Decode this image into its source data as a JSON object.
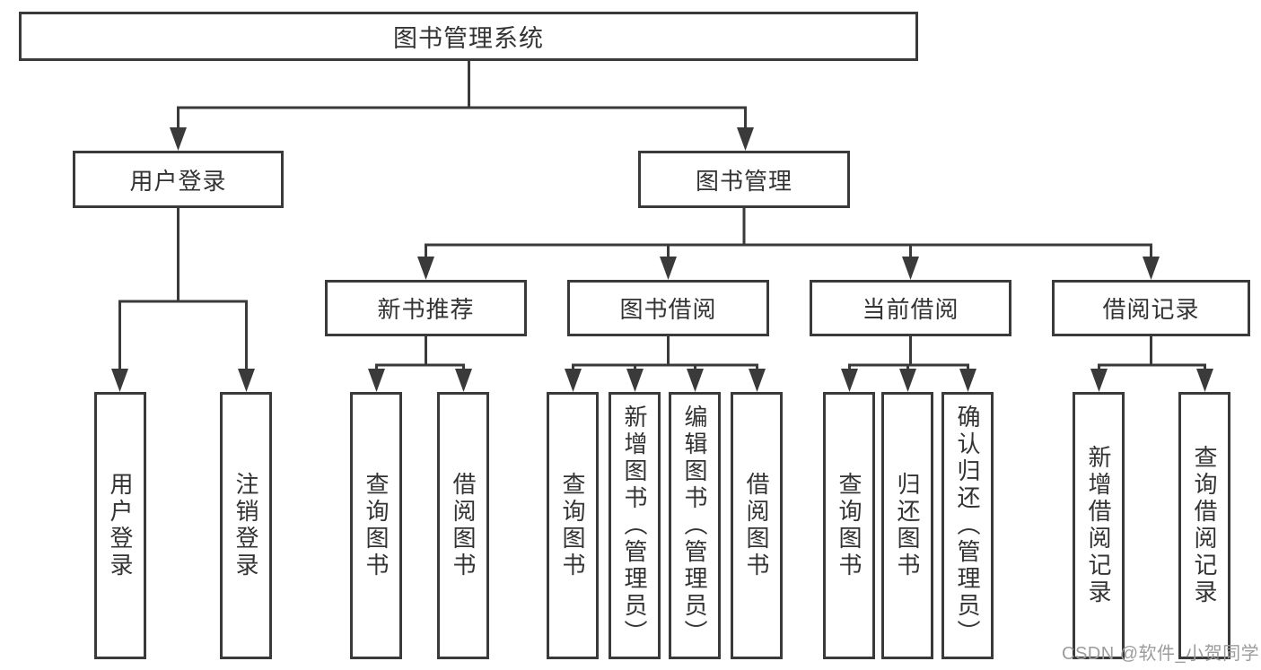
{
  "diagram": {
    "type": "hierarchy-tree",
    "root": {
      "label": "图书管理系统"
    },
    "level2": {
      "user_login": {
        "label": "用户登录"
      },
      "book_mgmt": {
        "label": "图书管理"
      }
    },
    "level3": {
      "new_book_rec": {
        "label": "新书推荐"
      },
      "book_borrow": {
        "label": "图书借阅"
      },
      "current_borrow": {
        "label": "当前借阅"
      },
      "borrow_record": {
        "label": "借阅记录"
      }
    },
    "leaves": [
      {
        "label": "用户登录",
        "parent": "用户登录"
      },
      {
        "label": "注销登录",
        "parent": "用户登录"
      },
      {
        "label": "查询图书",
        "parent": "新书推荐"
      },
      {
        "label": "借阅图书",
        "parent": "新书推荐"
      },
      {
        "label": "查询图书",
        "parent": "图书借阅"
      },
      {
        "label": "新增图书（管理员）",
        "parent": "图书借阅"
      },
      {
        "label": "编辑图书（管理员）",
        "parent": "图书借阅"
      },
      {
        "label": "借阅图书",
        "parent": "图书借阅"
      },
      {
        "label": "查询图书",
        "parent": "当前借阅"
      },
      {
        "label": "归还图书",
        "parent": "当前借阅"
      },
      {
        "label": "确认归还（管理员）",
        "parent": "当前借阅"
      },
      {
        "label": "新增借阅记录",
        "parent": "借阅记录"
      },
      {
        "label": "查询借阅记录",
        "parent": "借阅记录"
      }
    ],
    "colors": {
      "line": "#3a3a3a",
      "text": "#333333",
      "background": "#ffffff",
      "watermark": "#9c9c9c"
    }
  },
  "watermark": "CSDN @软件_小贺同学"
}
